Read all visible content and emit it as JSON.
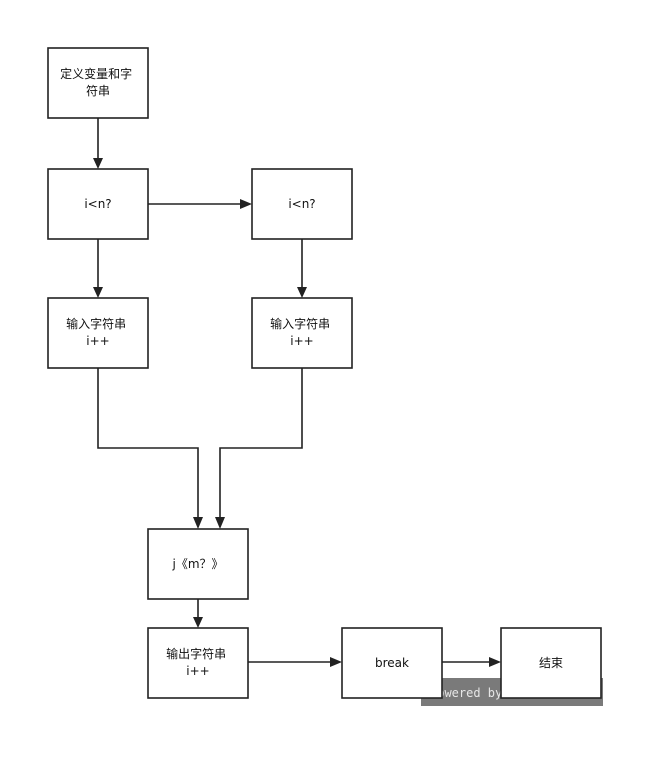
{
  "nodes": {
    "define": {
      "lines": [
        "定义变量和字",
        "符串"
      ]
    },
    "cond_left": {
      "lines": [
        "i<n?"
      ]
    },
    "cond_right": {
      "lines": [
        "i<n?"
      ]
    },
    "input_left": {
      "lines": [
        "输入字符串",
        "i++"
      ]
    },
    "input_right": {
      "lines": [
        "输入字符串",
        "i++"
      ]
    },
    "cond_j": {
      "lines": [
        "j《m？》"
      ]
    },
    "output": {
      "lines": [
        "输出字符串",
        "i++"
      ]
    },
    "break": {
      "lines": [
        "break"
      ]
    },
    "end": {
      "lines": [
        "结束"
      ]
    }
  },
  "watermark": {
    "text": "Powered by"
  },
  "colors": {
    "stroke": "#222222",
    "fill": "#ffffff",
    "watermark_bg": "#7a7a7a"
  }
}
